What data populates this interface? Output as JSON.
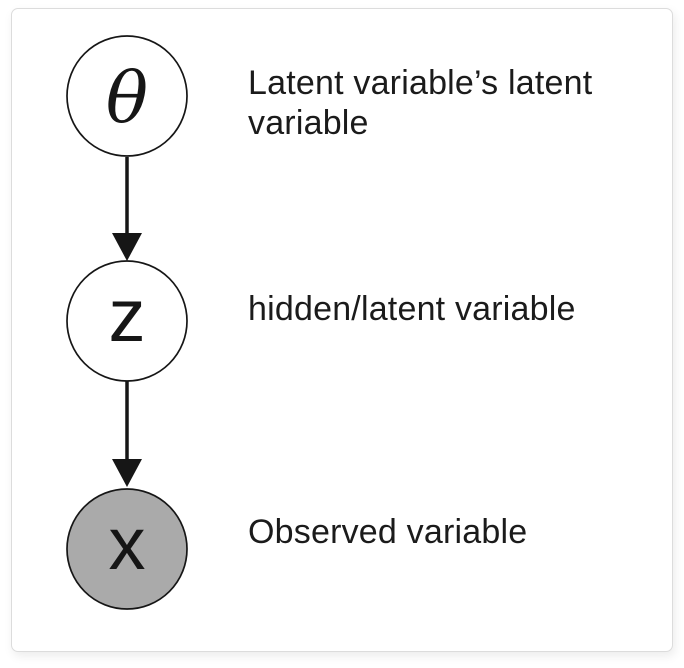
{
  "figure": {
    "background": "#ffffff",
    "card": {
      "fill": "#ffffff",
      "border_color": "#dcdcdc"
    },
    "diagram": {
      "type": "directed-graph",
      "ink_color": "#161616",
      "observed_fill": "#aaaaaa",
      "latent_fill": "#ffffff",
      "nodes": [
        {
          "id": "theta",
          "label": "θ",
          "fill": "#ffffff",
          "stroke": "#161616",
          "description": "Latent variable’s latent\nvariable"
        },
        {
          "id": "z",
          "label": "z",
          "fill": "#ffffff",
          "stroke": "#161616",
          "description": "hidden/latent variable"
        },
        {
          "id": "x",
          "label": "x",
          "fill": "#aaaaaa",
          "stroke": "#161616",
          "description": "Observed variable"
        }
      ],
      "edges": [
        {
          "from": "theta",
          "to": "z"
        },
        {
          "from": "z",
          "to": "x"
        }
      ]
    }
  }
}
